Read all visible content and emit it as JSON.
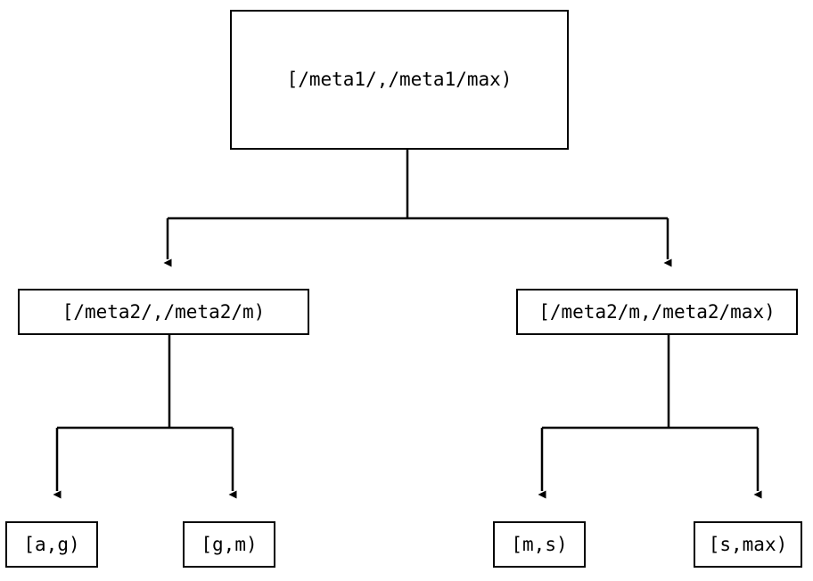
{
  "diagram": {
    "type": "tree",
    "orientation": "top-down",
    "background_color": "#ffffff",
    "line_color": "#000000",
    "text_color": "#000000",
    "nodes": {
      "root": {
        "label": "[/meta1/,/meta1/max)"
      },
      "level2": [
        {
          "label": "[/meta2/,/meta2/m)"
        },
        {
          "label": "[/meta2/m,/meta2/max)"
        }
      ],
      "leaves": [
        {
          "label": "[a,g)"
        },
        {
          "label": "[g,m)"
        },
        {
          "label": "[m,s)"
        },
        {
          "label": "[s,max)"
        }
      ]
    },
    "edges": [
      {
        "from": "root",
        "to": "[/meta2/,/meta2/m)",
        "arrow": "filled-triangle"
      },
      {
        "from": "root",
        "to": "[/meta2/m,/meta2/max)",
        "arrow": "filled-triangle"
      },
      {
        "from": "[/meta2/,/meta2/m)",
        "to": "[a,g)",
        "arrow": "filled-triangle"
      },
      {
        "from": "[/meta2/,/meta2/m)",
        "to": "[g,m)",
        "arrow": "filled-triangle"
      },
      {
        "from": "[/meta2/m,/meta2/max)",
        "to": "[m,s)",
        "arrow": "filled-triangle"
      },
      {
        "from": "[/meta2/m,/meta2/max)",
        "to": "[s,max)",
        "arrow": "filled-triangle"
      }
    ]
  }
}
